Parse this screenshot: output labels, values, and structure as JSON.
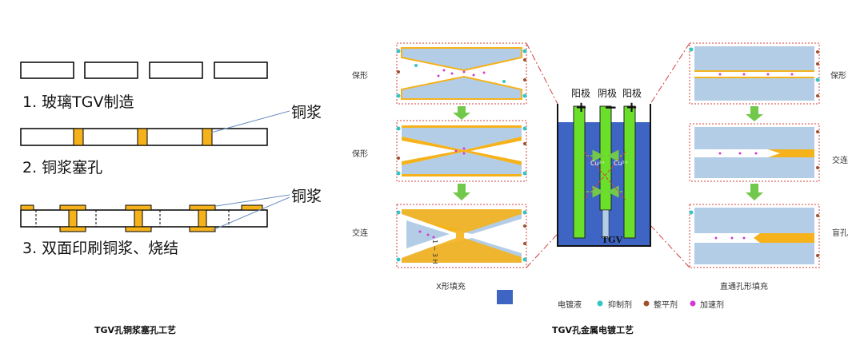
{
  "left": {
    "step1": "1. 玻璃TGV制造",
    "step2": "2. 铜浆塞孔",
    "step3": "3. 双面印刷铜浆、烧结",
    "callout_a": "铜浆",
    "callout_b": "铜浆",
    "caption": "TGV孔铜浆塞孔工艺"
  },
  "middle": {
    "x_labels": [
      "保形",
      "保形",
      "交连"
    ],
    "x_caption": "X形填充",
    "direct_labels": [
      "保形",
      "交连",
      "盲孔"
    ],
    "direct_caption": "直通孔形填充",
    "tank": {
      "anode_left": "阳极",
      "cathode": "阴极",
      "anode_right": "阳极",
      "ion_left": "Cu²⁺",
      "ion_right": "Cu²⁺",
      "substrate": "TGV",
      "plus_left": "+",
      "minus": "−",
      "plus_right": "+"
    },
    "vertical_note": "1 ~ 3 H",
    "legend": {
      "electrolyte": "电镀液",
      "suppressor": "抑制剂",
      "leveler": "整平剂",
      "accelerator": "加速剂"
    },
    "caption": "TGV孔金属电镀工艺"
  },
  "colors": {
    "copper": "#f5b21b",
    "glass": "#b3cde6",
    "electrolyte": "#3e64c4",
    "electrode": "#6be02a",
    "suppressor": "#35c4c4",
    "leveler": "#a0522d",
    "accelerator": "#d33ad3",
    "frame": "#d34040",
    "arrow": "#72c84a"
  }
}
